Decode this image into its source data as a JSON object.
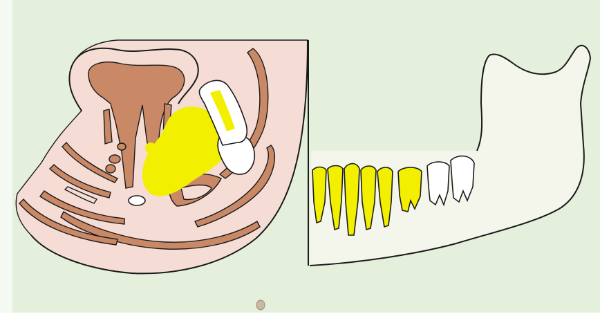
{
  "figure": {
    "colors": {
      "background": "#e4f0dc",
      "soft_tissue": "#f5dcd4",
      "bone": "#c98866",
      "lesion": "#f2ef00",
      "normal_tooth": "#ffffff",
      "mandible": "#f4f6ec",
      "outline": "#1a1a1a"
    },
    "panels": [
      {
        "name": "cross-section",
        "highlighted_teeth": 1,
        "normal_teeth": 1
      },
      {
        "name": "mandible-lateral",
        "highlighted_teeth": 6,
        "normal_teeth": 2
      }
    ]
  }
}
